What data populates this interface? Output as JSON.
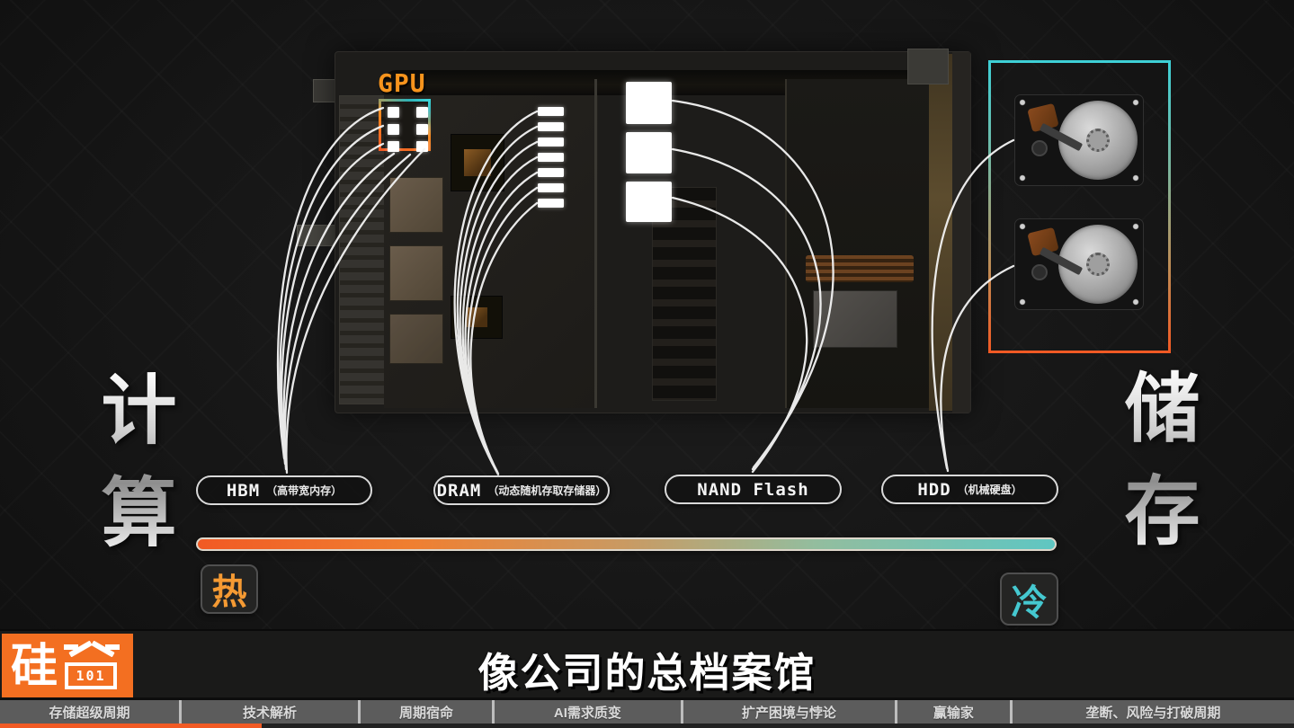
{
  "frame": {
    "left_title": "计算",
    "right_title": "储存",
    "caption": "像公司的总档案馆"
  },
  "diagram": {
    "gpu_label": "GPU",
    "hot_label": "热",
    "cold_label": "冷",
    "components": [
      {
        "name": "HBM",
        "sub": "（高带宽内存）"
      },
      {
        "name": "DRAM",
        "sub": "（动态随机存取存储器）"
      },
      {
        "name": "NAND Flash",
        "sub": ""
      },
      {
        "name": "HDD",
        "sub": "（机械硬盘）"
      }
    ],
    "temperature_scale": {
      "hot_color": "#f15a24",
      "cold_color": "#45c8d0"
    },
    "highlight_counts": {
      "hbm_stacks": 6,
      "dram_sticks": 7,
      "nand_chips": 3,
      "hdd_drives": 2
    }
  },
  "logo": {
    "name": "硅谷101",
    "char": "硅",
    "badge": "101",
    "bg_color": "#f36f21"
  },
  "nav": {
    "chapters": [
      {
        "label": "存储超级周期"
      },
      {
        "label": "技术解析"
      },
      {
        "label": "周期宿命"
      },
      {
        "label": "AI需求质变"
      },
      {
        "label": "扩产困境与悖论"
      },
      {
        "label": "赢输家"
      },
      {
        "label": "垄断、风险与打破周期"
      }
    ],
    "progress_percent": 20.2,
    "progress_color": "#f15a24"
  }
}
